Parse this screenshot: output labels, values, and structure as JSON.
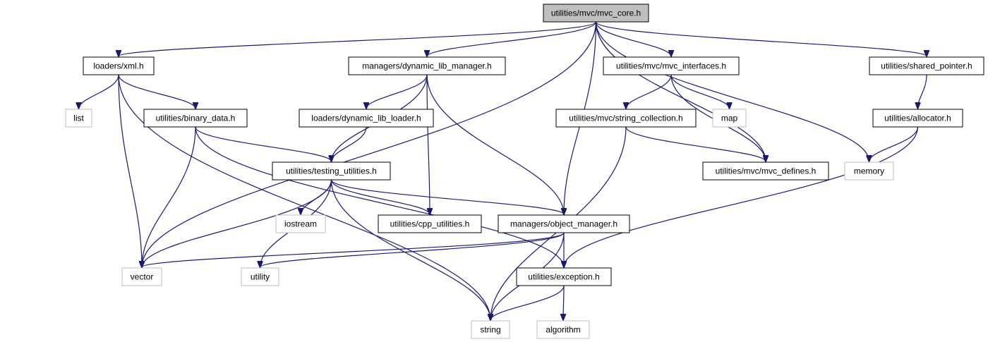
{
  "graph": {
    "title": "utilities/mvc/mvc_core.h",
    "nodes": {
      "mvc_core": "utilities/mvc/mvc_core.h",
      "xml": "loaders/xml.h",
      "dyn_mgr": "managers/dynamic_lib_manager.h",
      "mvc_interfaces": "utilities/mvc/mvc_interfaces.h",
      "shared_pointer": "utilities/shared_pointer.h",
      "list": "list",
      "binary_data": "utilities/binary_data.h",
      "dyn_loader": "loaders/dynamic_lib_loader.h",
      "string_collection": "utilities/mvc/string_collection.h",
      "map": "map",
      "allocator": "utilities/allocator.h",
      "testing_utilities": "utilities/testing_utilities.h",
      "mvc_defines": "utilities/mvc/mvc_defines.h",
      "memory": "memory",
      "iostream": "iostream",
      "cpp_utilities": "utilities/cpp_utilities.h",
      "object_manager": "managers/object_manager.h",
      "vector": "vector",
      "utility": "utility",
      "exception": "utilities/exception.h",
      "string": "string",
      "algorithm": "algorithm"
    },
    "system_headers": [
      "list",
      "map",
      "memory",
      "iostream",
      "vector",
      "utility",
      "string",
      "algorithm"
    ],
    "root": "mvc_core",
    "edges": [
      [
        "mvc_core",
        "xml"
      ],
      [
        "mvc_core",
        "dyn_mgr"
      ],
      [
        "mvc_core",
        "mvc_interfaces"
      ],
      [
        "mvc_core",
        "shared_pointer"
      ],
      [
        "mvc_core",
        "vector"
      ],
      [
        "mvc_core",
        "object_manager"
      ],
      [
        "mvc_core",
        "mvc_defines"
      ],
      [
        "mvc_core",
        "memory"
      ],
      [
        "xml",
        "list"
      ],
      [
        "xml",
        "binary_data"
      ],
      [
        "xml",
        "vector"
      ],
      [
        "xml",
        "string"
      ],
      [
        "dyn_mgr",
        "dyn_loader"
      ],
      [
        "dyn_mgr",
        "testing_utilities"
      ],
      [
        "dyn_mgr",
        "cpp_utilities"
      ],
      [
        "dyn_mgr",
        "object_manager"
      ],
      [
        "mvc_interfaces",
        "string_collection"
      ],
      [
        "mvc_interfaces",
        "map"
      ],
      [
        "mvc_interfaces",
        "mvc_defines"
      ],
      [
        "shared_pointer",
        "allocator"
      ],
      [
        "binary_data",
        "testing_utilities"
      ],
      [
        "binary_data",
        "vector"
      ],
      [
        "binary_data",
        "exception"
      ],
      [
        "dyn_loader",
        "testing_utilities"
      ],
      [
        "string_collection",
        "mvc_defines"
      ],
      [
        "string_collection",
        "string"
      ],
      [
        "allocator",
        "memory"
      ],
      [
        "allocator",
        "exception"
      ],
      [
        "testing_utilities",
        "iostream"
      ],
      [
        "testing_utilities",
        "cpp_utilities"
      ],
      [
        "testing_utilities",
        "object_manager"
      ],
      [
        "testing_utilities",
        "vector"
      ],
      [
        "testing_utilities",
        "utility"
      ],
      [
        "testing_utilities",
        "string"
      ],
      [
        "object_manager",
        "vector"
      ],
      [
        "object_manager",
        "utility"
      ],
      [
        "object_manager",
        "exception"
      ],
      [
        "object_manager",
        "string"
      ],
      [
        "exception",
        "string"
      ],
      [
        "exception",
        "algorithm"
      ]
    ]
  },
  "colors": {
    "edge": "#191970",
    "root_fill": "#bfbfbf",
    "system_border": "#bfbfbf",
    "local_border": "#000000"
  }
}
